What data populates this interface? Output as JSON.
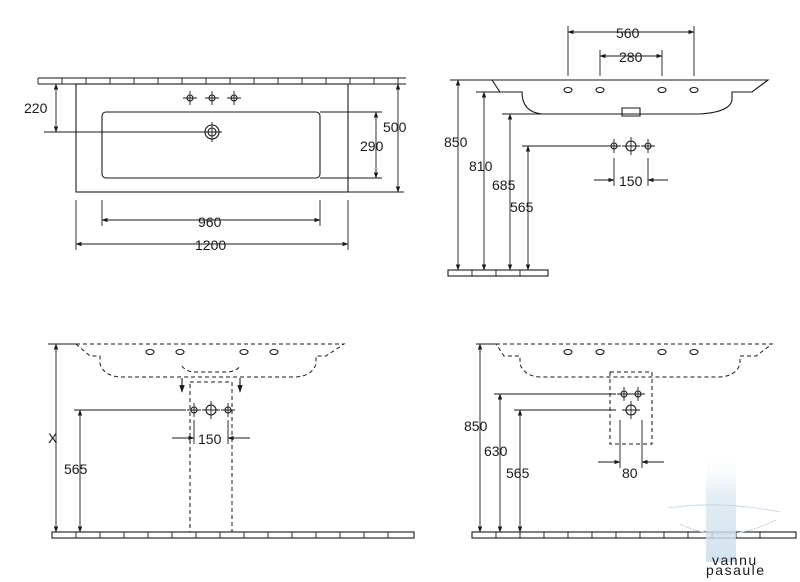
{
  "views": {
    "top": {
      "dim_220": "220",
      "dim_500": "500",
      "dim_290": "290",
      "dim_960": "960",
      "dim_1200": "1200"
    },
    "side_top": {
      "dim_560": "560",
      "dim_280": "280",
      "dim_850": "850",
      "dim_810": "810",
      "dim_685": "685",
      "dim_565": "565",
      "dim_150": "150"
    },
    "front_bottom": {
      "dim_x": "X",
      "dim_565": "565",
      "dim_150": "150"
    },
    "side_bottom": {
      "dim_850": "850",
      "dim_630": "630",
      "dim_565": "565",
      "dim_80": "80"
    }
  },
  "watermark": {
    "line1": "vannu",
    "line2": "pasaule"
  },
  "colors": {
    "ink": "#1a1a1a",
    "watermark": "#8fa9bf"
  }
}
